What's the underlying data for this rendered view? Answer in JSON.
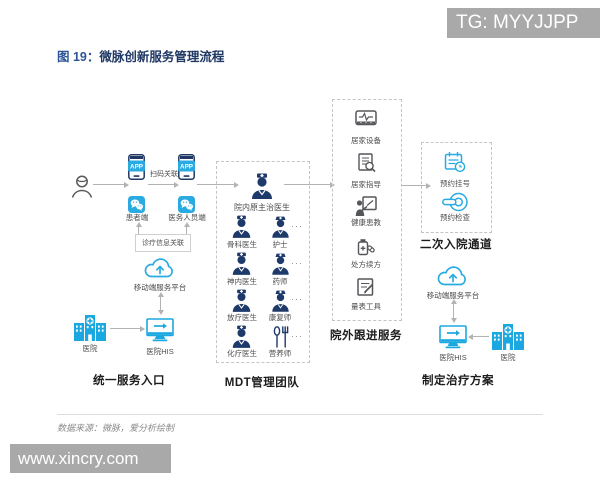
{
  "badge_top": "TG: MYYJJPP",
  "title": {
    "figure_label": "图 19：",
    "text": "微脉创新服务管理流程"
  },
  "entry": {
    "app_badge": "APP",
    "scan_link_label": "扫码关联",
    "patient_wechat_label": "患者端",
    "staff_wechat_label": "医务人员端",
    "info_link_label": "诊疗信息关联",
    "cloud_label": "移动端服务平台",
    "hospital_label": "医院",
    "his_label": "医院HIS",
    "section_title": "统一服务入口"
  },
  "mdt": {
    "lead_label": "院内原主治医生",
    "rows": [
      {
        "left": "骨科医生",
        "right": "护士"
      },
      {
        "left": "神内医生",
        "right": "药师"
      },
      {
        "left": "放疗医生",
        "right": "康复师"
      },
      {
        "left": "化疗医生",
        "right": "营养师"
      }
    ],
    "ellipsis": "···",
    "section_title": "MDT管理团队"
  },
  "followup": {
    "items": [
      {
        "label": "居家设备",
        "icon": "home-device-icon"
      },
      {
        "label": "居家指导",
        "icon": "home-guidance-icon"
      },
      {
        "label": "健康患教",
        "icon": "health-education-icon"
      },
      {
        "label": "处方续方",
        "icon": "prescription-renewal-icon"
      },
      {
        "label": "量表工具",
        "icon": "scale-tool-icon"
      }
    ],
    "section_title": "院外跟进服务"
  },
  "readmission": {
    "items": [
      {
        "label": "预约挂号",
        "icon": "appointment-register-icon"
      },
      {
        "label": "预约检查",
        "icon": "appointment-exam-icon"
      }
    ],
    "section_title": "二次入院通道"
  },
  "treatment": {
    "cloud_label": "移动端服务平台",
    "his_label": "医院HIS",
    "hospital_label": "医院",
    "section_title": "制定治疗方案"
  },
  "footer": {
    "source_note": "数据来源：微脉，爱分析绘制"
  },
  "badge_bottom": "www.xincry.com",
  "colors": {
    "brand_blue": "#29abe2",
    "navy": "#1e3a6b",
    "icon_gray": "#55565a",
    "badge_gray": "#a9a9a9"
  }
}
